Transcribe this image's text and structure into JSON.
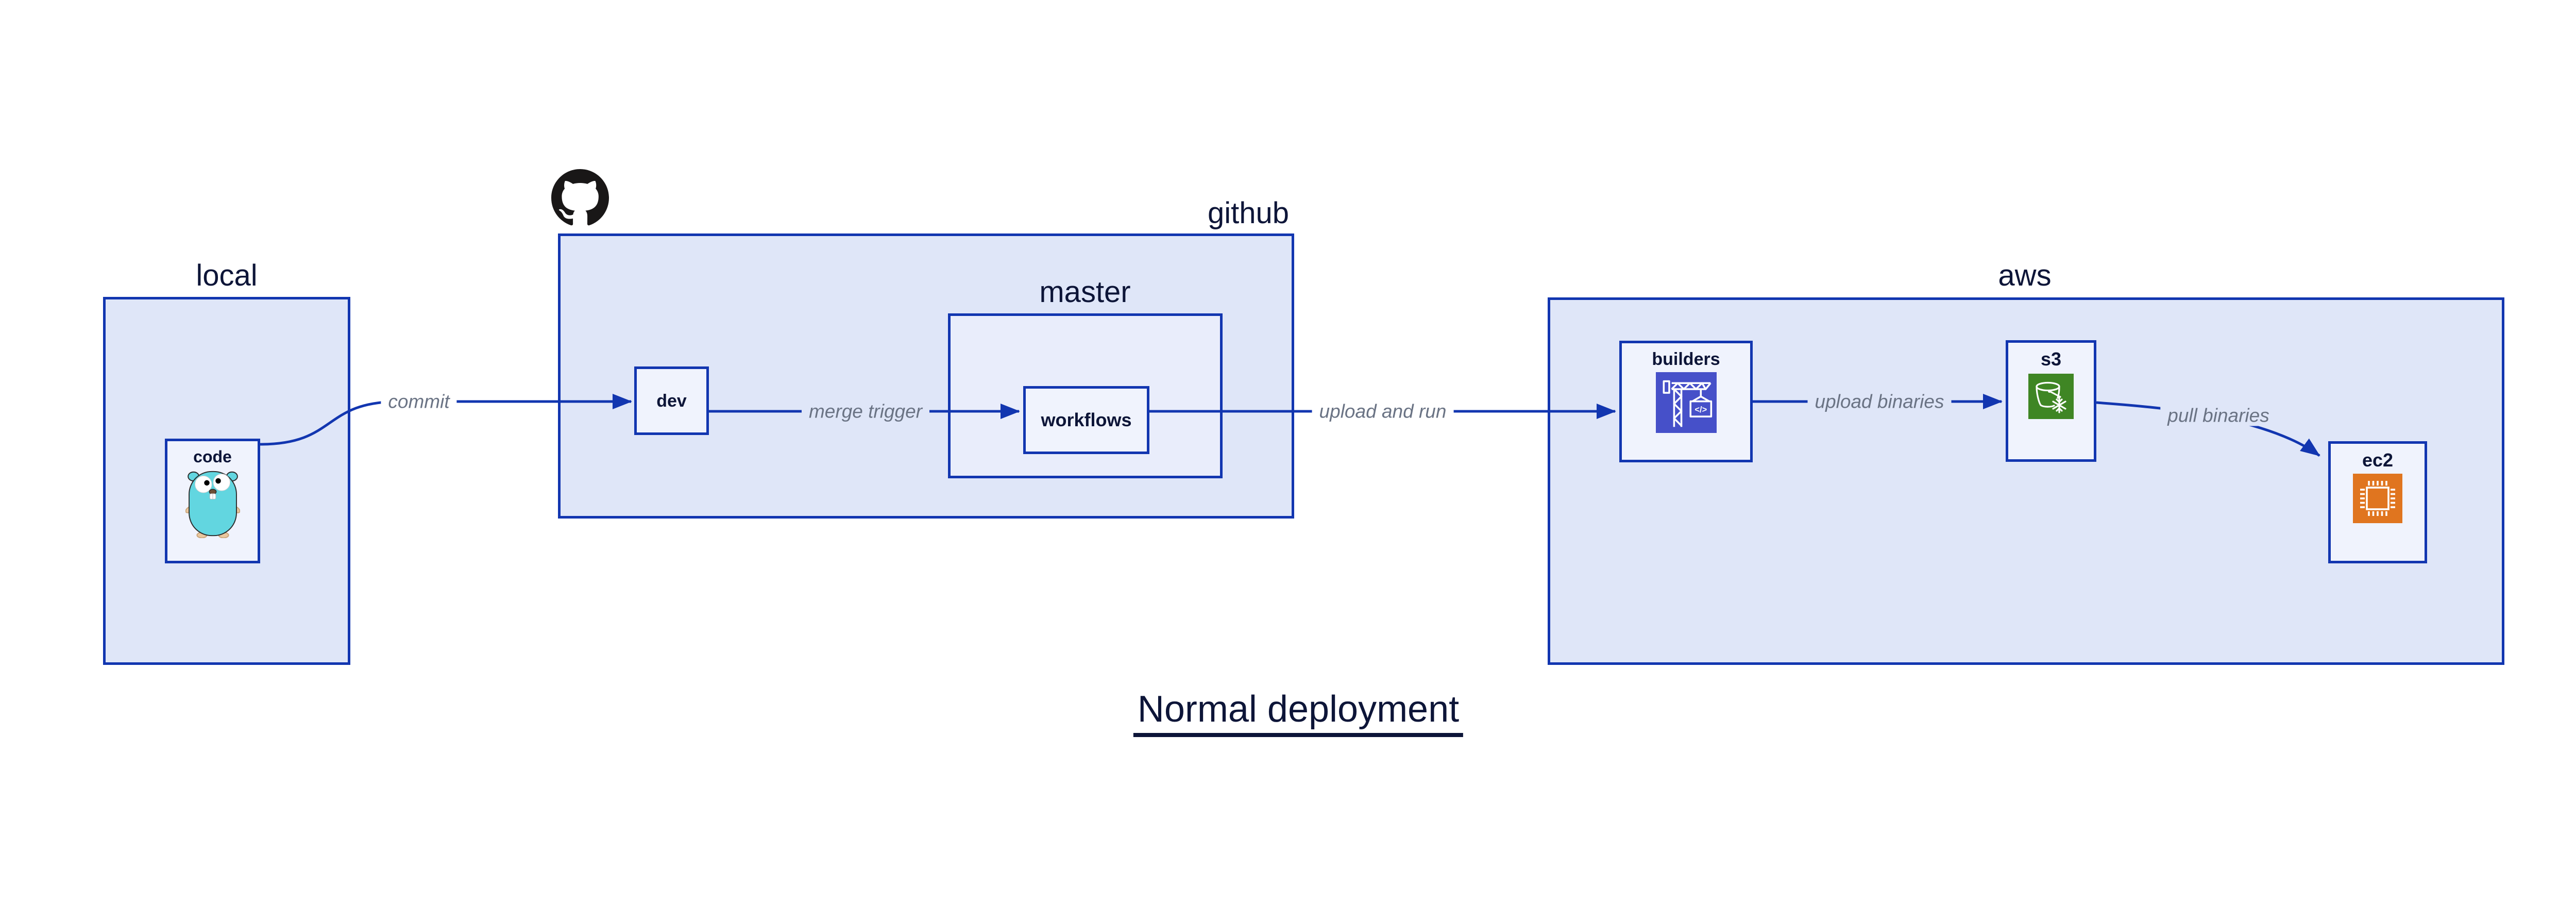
{
  "title": "Normal deployment",
  "containers": {
    "local": {
      "label": "local"
    },
    "github": {
      "label": "github"
    },
    "master": {
      "label": "master"
    },
    "aws": {
      "label": "aws"
    }
  },
  "nodes": {
    "code": {
      "label": "code",
      "icon": "go-gopher-icon"
    },
    "dev": {
      "label": "dev"
    },
    "workflows": {
      "label": "workflows"
    },
    "builders": {
      "label": "builders",
      "icon": "codebuild-crane-icon",
      "icon_text": "</>"
    },
    "s3": {
      "label": "s3",
      "icon": "glacier-bucket-icon"
    },
    "ec2": {
      "label": "ec2",
      "icon": "ec2-chip-icon"
    }
  },
  "edges": {
    "commit": {
      "label": "commit",
      "from": "code",
      "to": "dev"
    },
    "merge_trigger": {
      "label": "merge trigger",
      "from": "dev",
      "to": "workflows"
    },
    "upload_and_run": {
      "label": "upload and run",
      "from": "workflows",
      "to": "builders"
    },
    "upload_binaries": {
      "label": "upload binaries",
      "from": "builders",
      "to": "s3"
    },
    "pull_binaries": {
      "label": "pull binaries",
      "from": "s3",
      "to": "ec2"
    }
  },
  "colors": {
    "line": "#1236b0",
    "container_fill": "#dfe6f8",
    "master_fill": "#e9edfb",
    "node_fill": "#f0f3fd",
    "dark_text": "#0d1538",
    "edge_label": "#6a7384",
    "codebuild_bg": "#4650c9",
    "s3_bg": "#3f8624",
    "ec2_bg": "#e0751f",
    "gopher_body": "#62d6e0",
    "gopher_skin": "#e9c79e",
    "github_logo": "#191717"
  }
}
